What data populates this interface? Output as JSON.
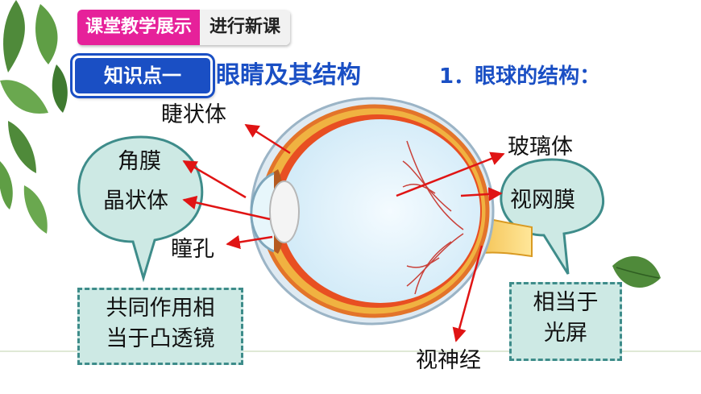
{
  "header": {
    "tag": "课堂教学展示",
    "subtitle": "进行新课"
  },
  "knowledge_point": {
    "badge": "知识点一",
    "title": "眼睛及其结构"
  },
  "section": {
    "title": "1．眼球的结构："
  },
  "labels": {
    "ciliary_body": "睫状体",
    "cornea": "角膜",
    "lens": "晶状体",
    "pupil": "瞳孔",
    "vitreous": "玻璃体",
    "retina": "视网膜",
    "optic_nerve": "视神经"
  },
  "notes": {
    "convex_lens": [
      "共同作用相",
      "当于凸透镜"
    ],
    "screen": [
      "相当于",
      "光屏"
    ]
  },
  "colors": {
    "accent_pink": "#e6219a",
    "accent_blue": "#1a4fc4",
    "arrow_red": "#e01414",
    "bubble_fill": "#cde9e4",
    "bubble_stroke": "#3e8c8a"
  }
}
